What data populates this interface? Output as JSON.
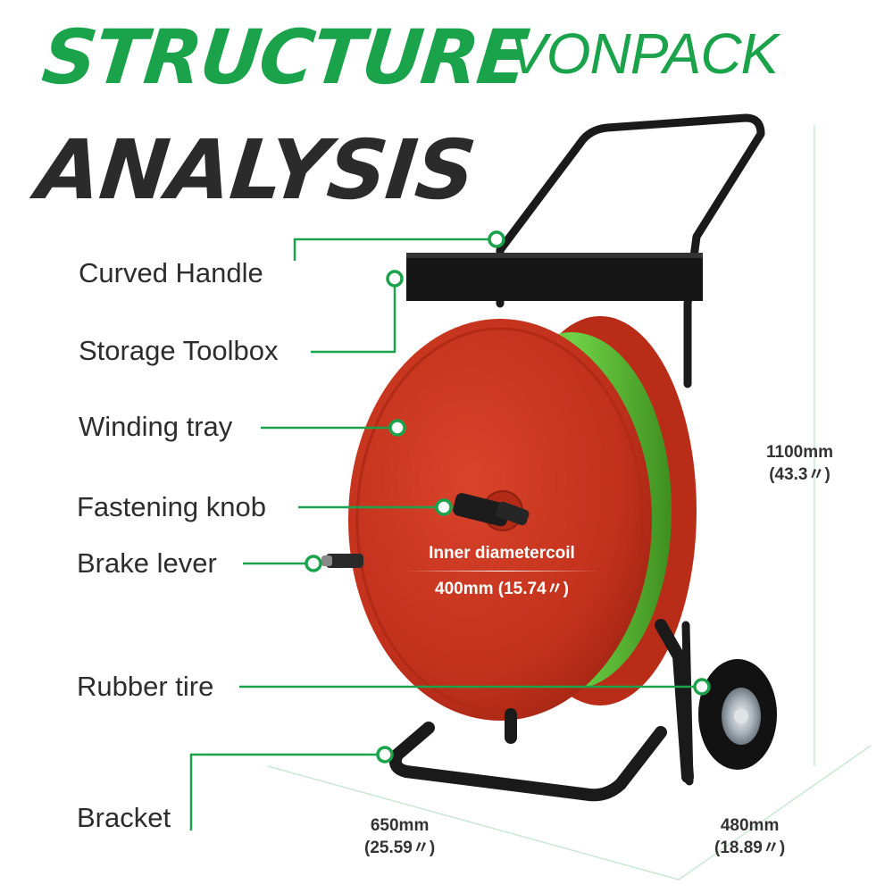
{
  "title": {
    "line1": "STRUCTURE",
    "line2": "ANALYSIS"
  },
  "brand": "VONPACK",
  "parts": {
    "curved_handle": "Curved Handle",
    "storage_toolbox": "Storage Toolbox",
    "winding_tray": "Winding tray",
    "fastening_knob": "Fastening knob",
    "brake_lever": "Brake lever",
    "rubber_tire": "Rubber tire",
    "bracket": "Bracket"
  },
  "dimensions": {
    "height_mm": "1100mm",
    "height_in": "(43.3〃)",
    "width_mm": "650mm",
    "width_in": "(25.59〃)",
    "depth_mm": "480mm",
    "depth_in": "(18.89〃)"
  },
  "coil": {
    "label": "Inner diametercoil",
    "value": "400mm (15.74〃)"
  },
  "colors": {
    "accent_green": "#1aa34a",
    "title_dark": "#2b2b2b",
    "reel_red": "#c8321e",
    "strap_green": "#5cc63a",
    "frame_black": "#1a1a1a"
  }
}
